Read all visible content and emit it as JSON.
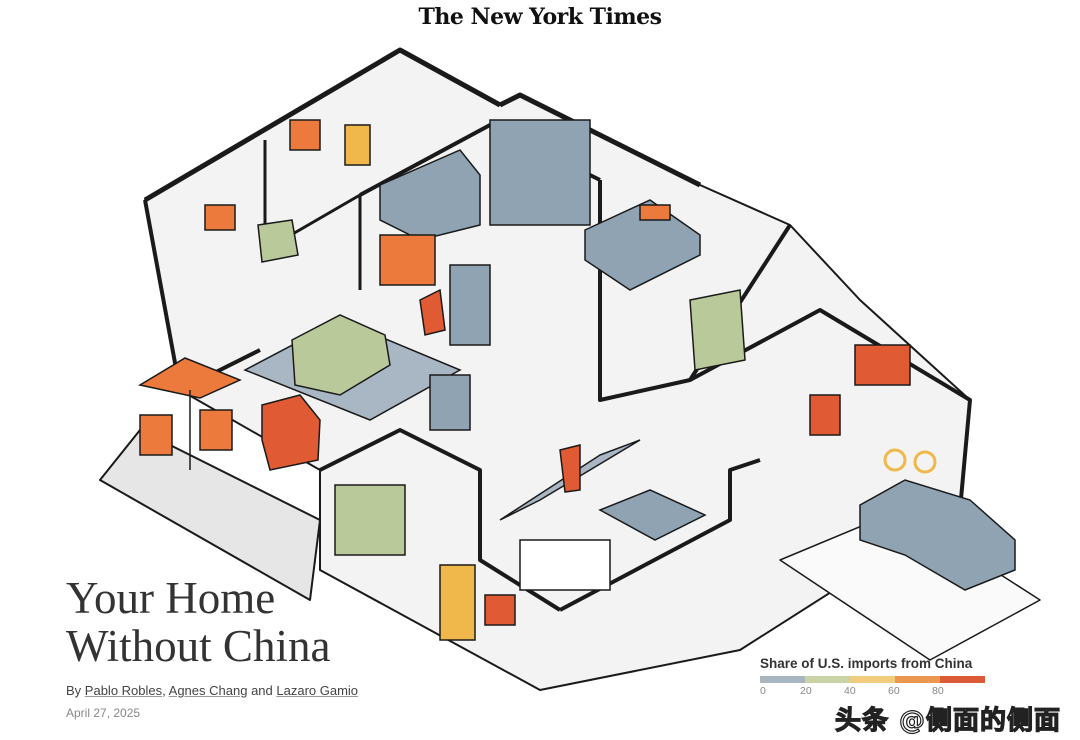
{
  "masthead": "The New York Times",
  "article": {
    "title_line1": "Your Home",
    "title_line2": "Without China",
    "byline_prefix": "By",
    "authors": [
      "Pablo Robles",
      "Agnes Chang",
      "Lazaro Gamio"
    ],
    "sep1": ",",
    "sep2": "and",
    "date": "April 27, 2025"
  },
  "legend": {
    "title": "Share of U.S. imports from China",
    "colors": [
      "#a9b6c0",
      "#c8d4a6",
      "#f0cd7c",
      "#ec9750",
      "#dc5a35"
    ],
    "ticks": [
      "0",
      "20",
      "40",
      "60",
      "80"
    ]
  },
  "watermark": "头条 @侧面的侧面",
  "illustration": {
    "colors": {
      "line": "#1a1a1a",
      "floor": "#f3f3f3",
      "orange": "#ec7a3c",
      "blue_gray": "#8fa3b3",
      "green": "#b9c99a",
      "yellow": "#f0b84a"
    }
  }
}
